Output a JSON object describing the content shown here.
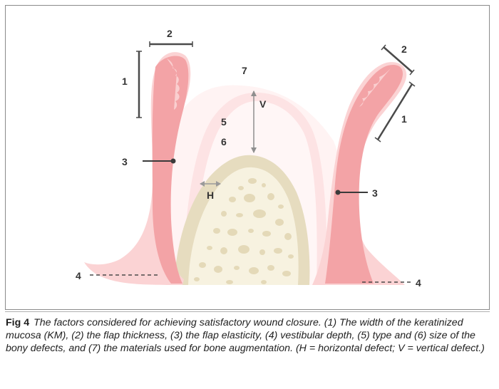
{
  "figure": {
    "labels": {
      "width_left": "2",
      "width_right": "2",
      "thickness_left": "1",
      "thickness_right": "1",
      "elasticity_left": "3",
      "elasticity_right": "3",
      "depth_left": "4",
      "depth_right": "4",
      "defect_type": "5",
      "defect_size": "6",
      "materials": "7",
      "vertical": "V",
      "horizontal": "H"
    },
    "colors": {
      "gingiva": "#f4a9ab",
      "gingiva_light": "#f9cfcf",
      "flap": "#fde8e8",
      "bone_cortex": "#e5dcc1",
      "bone_cancellous": "#f6f1df",
      "bone_pores": "#e8dfc2"
    }
  },
  "caption": {
    "label": "Fig 4",
    "text": "The factors considered for achieving satisfactory wound closure. (1) The width of the keratinized mucosa (KM), (2) the flap thickness, (3) the flap elasticity, (4) vestibular depth, (5) type and (6) size of the bony defects, and (7) the materials used for bone augmentation. (H = horizontal defect; V = vertical defect.)"
  }
}
